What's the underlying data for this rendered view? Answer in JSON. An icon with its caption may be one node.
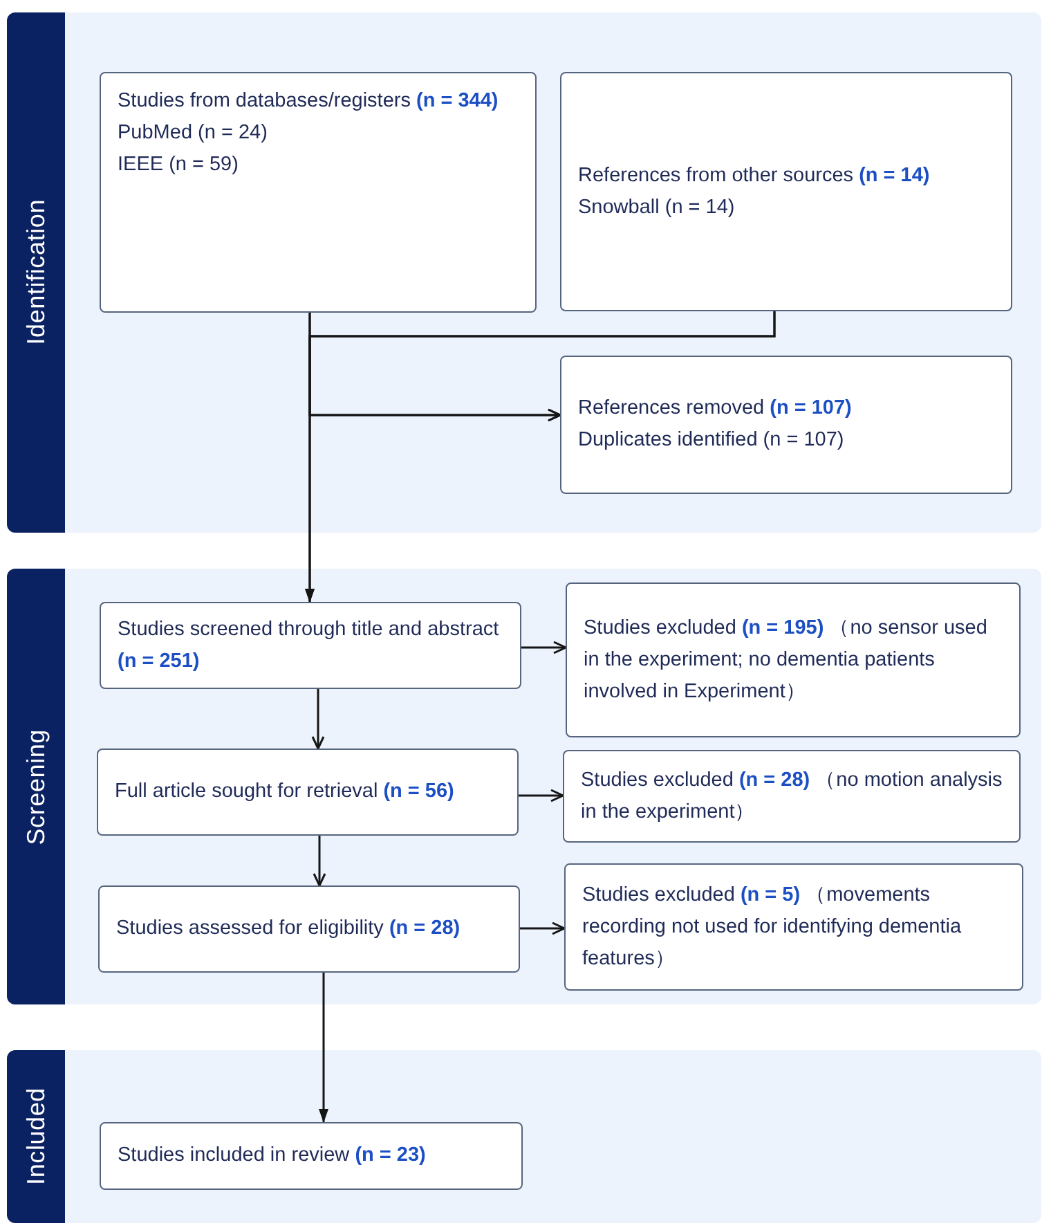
{
  "diagram": {
    "nodes": [
      {
        "text": [
          "Identification"
        ]
      },
      {
        "text": [
          "Studies from databases/registers **(n = 344)**",
          "PubMed (n = 24)",
          "IEEE (n = 59)"
        ],
        "in": 0
      },
      {
        "text": [
          "References from other sources **(n = 14)**",
          "Snowball (n = 14)"
        ],
        "in": 0
      },
      {
        "text": [
          "References removed **(n = 107)**",
          "Duplicates identified (n = 107)"
        ],
        "in": 0
      },
      {
        "text": [
          "Screening"
        ]
      },
      {
        "text": [
          "Studies screened through title and abstract **(n = 251)**"
        ],
        "in": 4
      },
      {
        "text": [
          "Studies excluded **(n = 195)** （no sensor used in the experiment; no dementia patients involved in Experiment）"
        ],
        "in": 4
      },
      {
        "text": [
          "Full article sought for retrieval **(n = 56)**"
        ],
        "in": 4
      },
      {
        "text": [
          "Studies excluded **(n = 28)** （no motion analysis in the experiment）"
        ],
        "in": 4
      },
      {
        "text": [
          "Studies assessed for eligibility **(n = 28)**"
        ],
        "in": 4
      },
      {
        "text": [
          "Studies excluded **(n = 5)** （movements recording not used for identifying dementia features）"
        ],
        "in": 4
      },
      {
        "text": [
          "Included"
        ]
      },
      {
        "text": [
          "Studies included in review **(n = 23)**"
        ],
        "in": 11
      }
    ],
    "edges": [
      {
        "from": 1,
        "to": 5,
        "arrow": "to"
      },
      {
        "from": 2,
        "to": 5,
        "arrow": "to"
      },
      {
        "from": 1,
        "to": 3,
        "arrow": "to"
      },
      {
        "from": 2,
        "to": 3,
        "arrow": "to"
      },
      {
        "from": 5,
        "to": 6,
        "arrow": "to"
      },
      {
        "from": 5,
        "to": 7,
        "arrow": "to"
      },
      {
        "from": 7,
        "to": 8,
        "arrow": "to"
      },
      {
        "from": 7,
        "to": 9,
        "arrow": "to"
      },
      {
        "from": 9,
        "to": 10,
        "arrow": "to"
      },
      {
        "from": 9,
        "to": 12,
        "arrow": "to"
      }
    ]
  }
}
